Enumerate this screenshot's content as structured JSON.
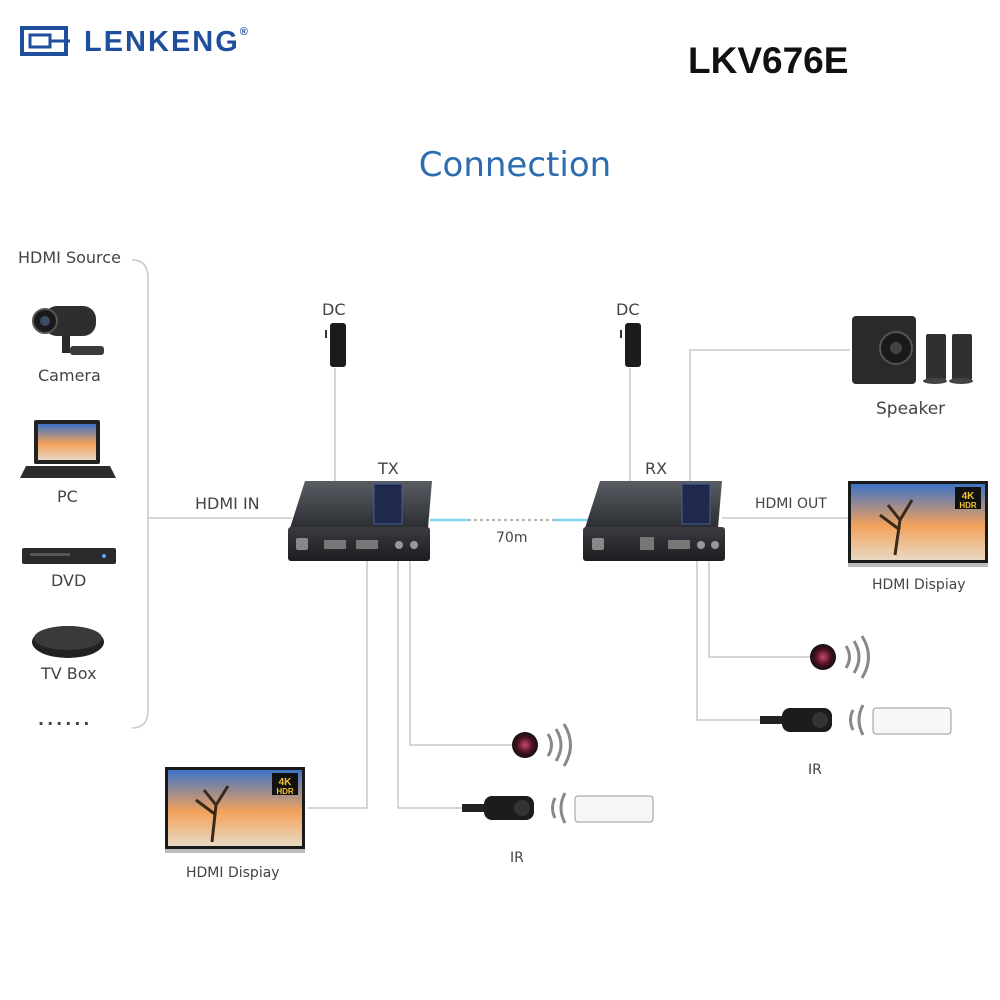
{
  "brand": {
    "name": "LENKENG",
    "reg": "®"
  },
  "model": "LKV676E",
  "heading": "Connection",
  "sources": {
    "title": "HDMI Source",
    "items": [
      "Camera",
      "PC",
      "DVD",
      "TV Box"
    ],
    "more": "......"
  },
  "labels": {
    "hdmi_in": "HDMI IN",
    "hdmi_out": "HDMI OUT",
    "dc_tx": "DC",
    "dc_rx": "DC",
    "tx": "TX",
    "rx": "RX",
    "distance": "70m",
    "speaker": "Speaker",
    "display_right": "HDMI Dispiay",
    "display_left": "HDMI Dispiay",
    "ir_left": "IR",
    "ir_right": "IR",
    "hdr_badge_top": "4K",
    "hdr_badge_bottom": "HDR"
  },
  "colors": {
    "brand": "#1f4f9c",
    "heading": "#2c6cb0",
    "line": "#c8c8c8",
    "link": "#7fd6ee"
  }
}
